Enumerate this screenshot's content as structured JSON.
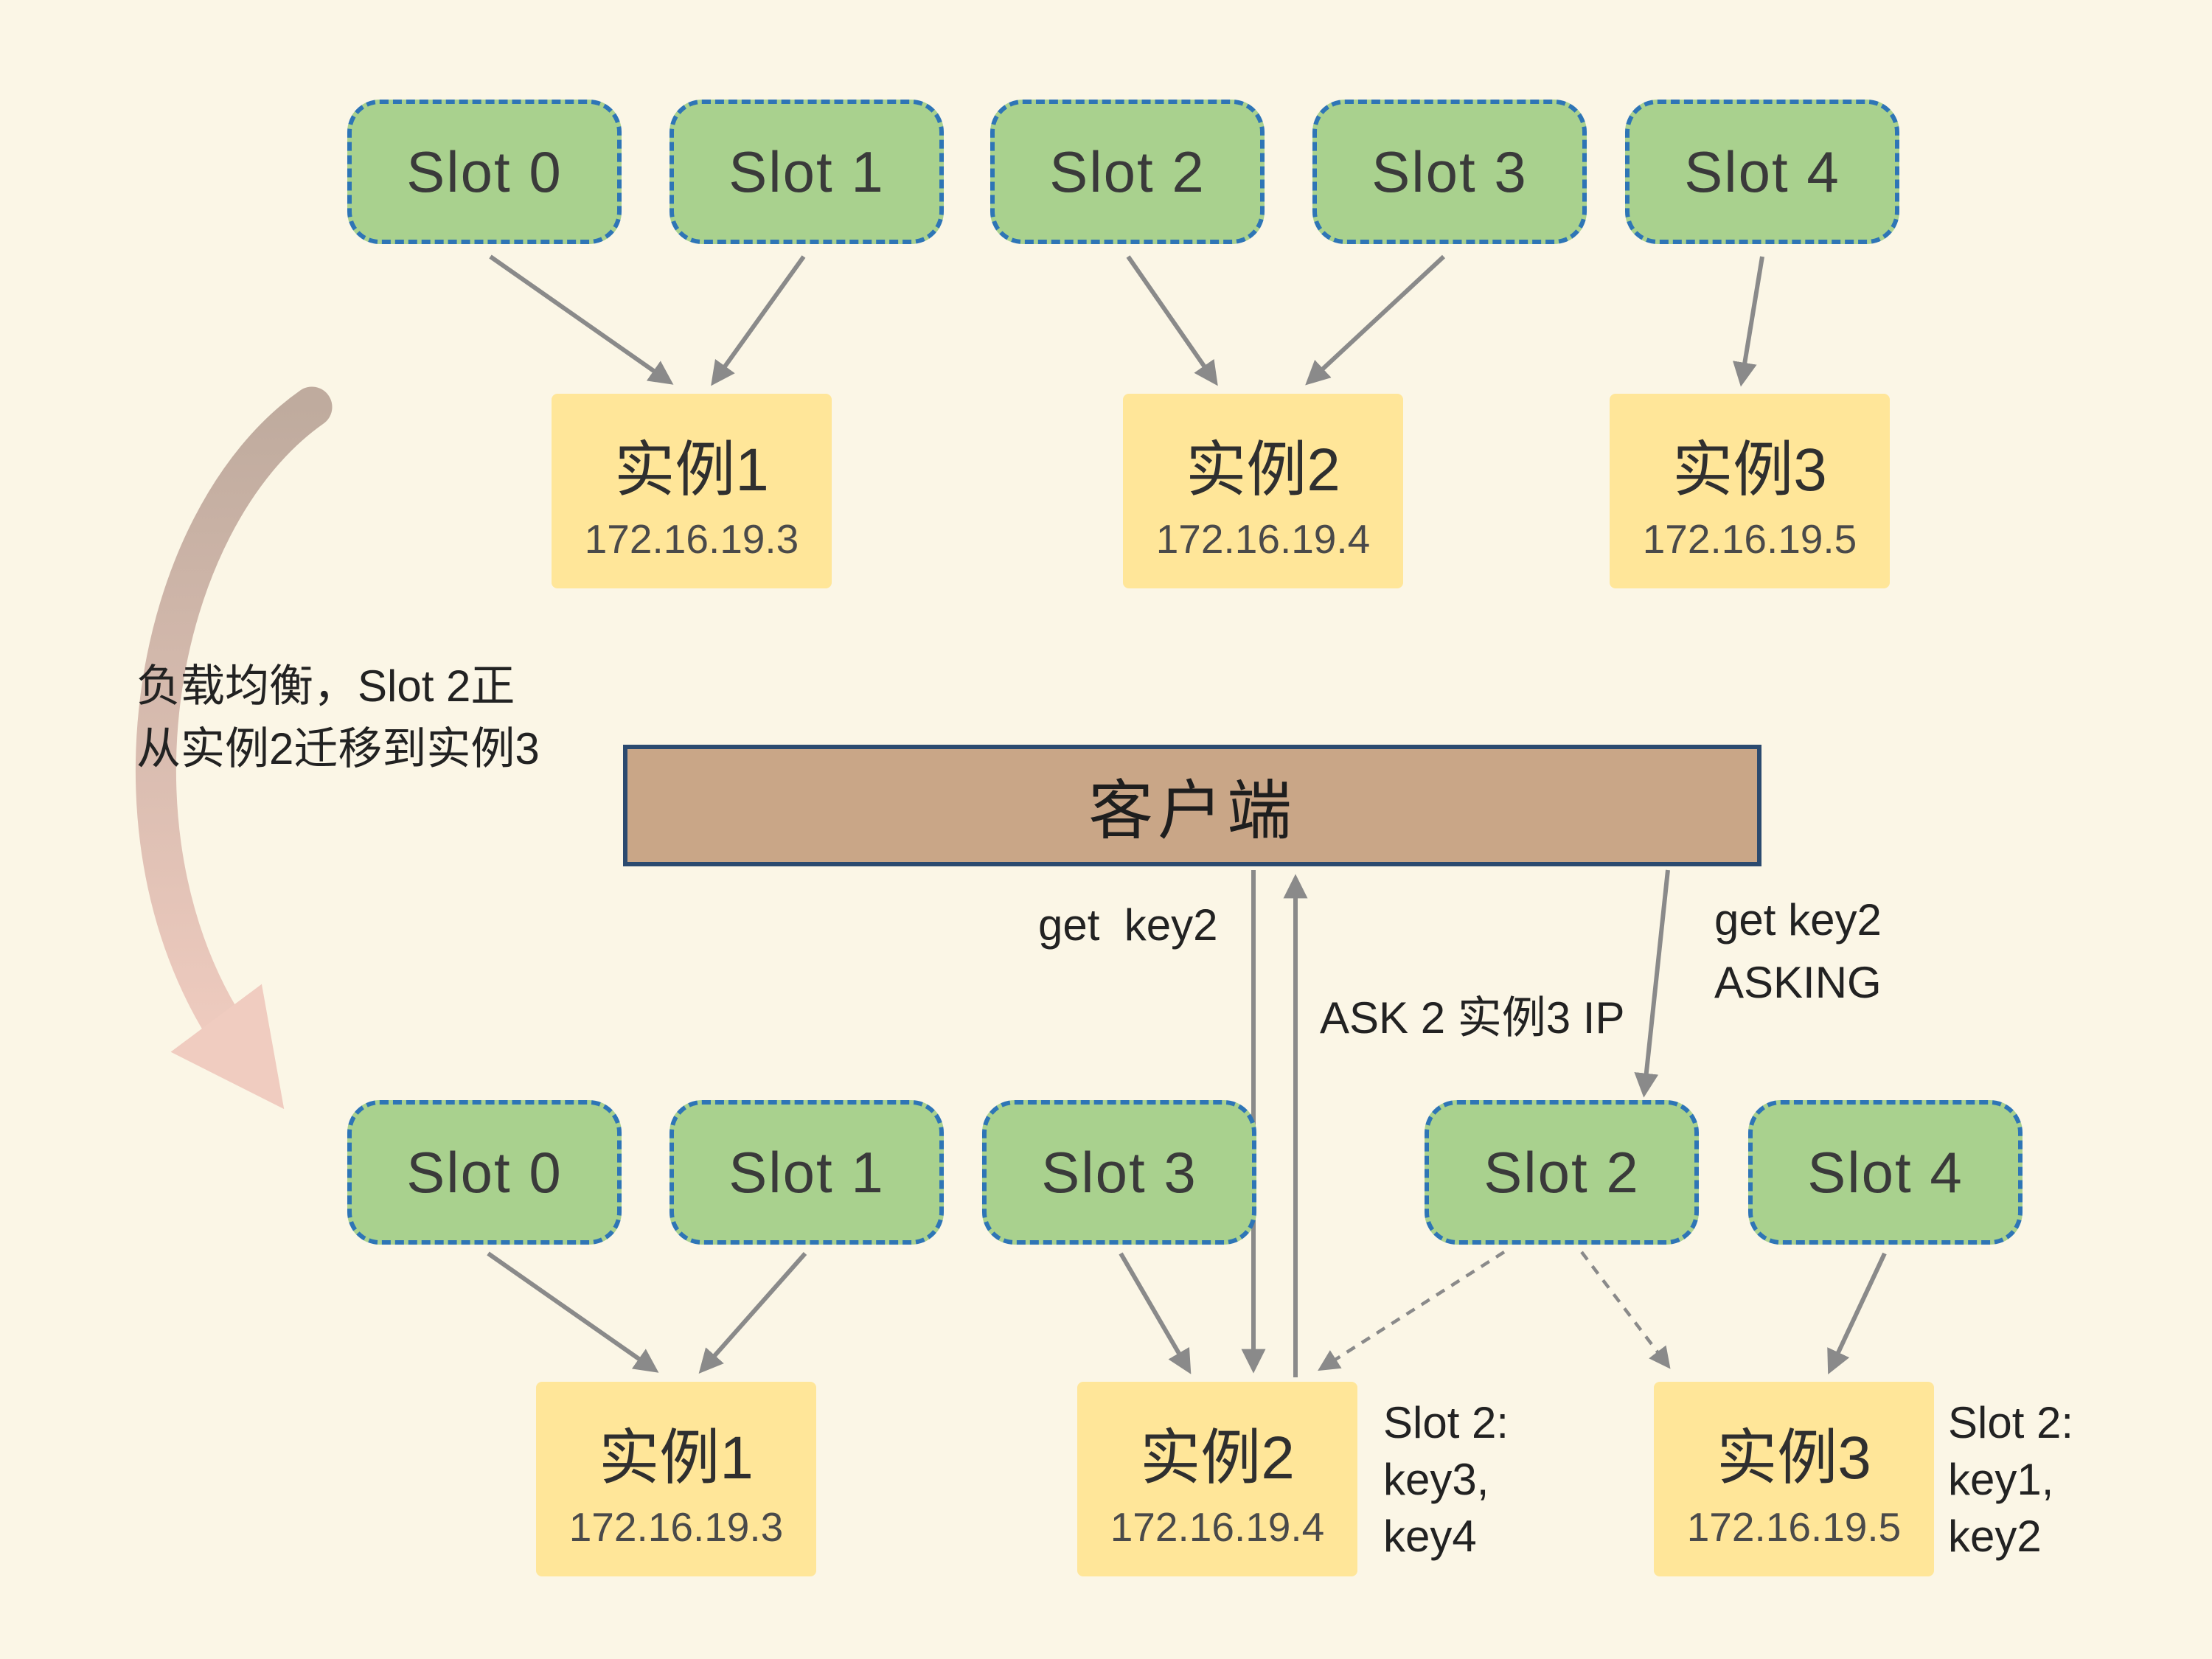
{
  "client": {
    "label": "客户端"
  },
  "top_cluster": {
    "slots": [
      "Slot 0",
      "Slot 1",
      "Slot 2",
      "Slot 3",
      "Slot 4"
    ],
    "instances": [
      {
        "name": "实例1",
        "ip": "172.16.19.3"
      },
      {
        "name": "实例2",
        "ip": "172.16.19.4"
      },
      {
        "name": "实例3",
        "ip": "172.16.19.5"
      }
    ]
  },
  "bottom_cluster": {
    "slots": [
      "Slot 0",
      "Slot 1",
      "Slot 3",
      "Slot 2",
      "Slot 4"
    ],
    "instances": [
      {
        "name": "实例1",
        "ip": "172.16.19.3"
      },
      {
        "name": "实例2",
        "ip": "172.16.19.4"
      },
      {
        "name": "实例3",
        "ip": "172.16.19.5"
      }
    ]
  },
  "annotations": {
    "migration_note": "负载均衡，Slot 2正\n从实例2迁移到实例3",
    "get_key2": "get  key2",
    "ask_redirect": "ASK 2 实例3 IP",
    "get_key2_asking": "get key2\nASKING",
    "instance2_keys": "Slot 2:\nkey3,\nkey4",
    "instance3_keys": "Slot 2:\nkey1,\nkey2"
  },
  "colors": {
    "background": "#FBF6E6",
    "slot_fill": "#A9D18E",
    "slot_border": "#2E75B6",
    "instance_fill": "#FFE699",
    "client_fill": "#C9A687",
    "client_border": "#2B4A6F",
    "arrow": "#8A8A8A",
    "curve_arrow_start": "#BFAB9E",
    "curve_arrow_end": "#F0CCC0"
  }
}
